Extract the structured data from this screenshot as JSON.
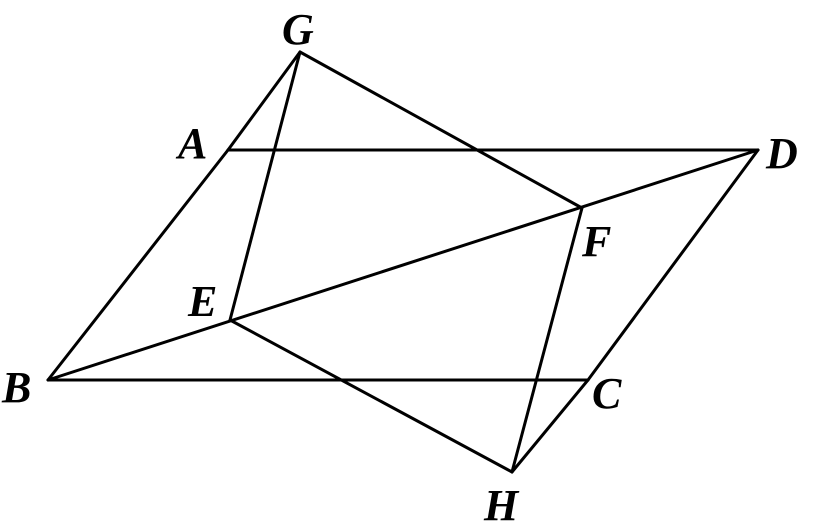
{
  "figure": {
    "points": {
      "A": "A",
      "B": "B",
      "C": "C",
      "D": "D",
      "E": "E",
      "F": "F",
      "G": "G",
      "H": "H"
    }
  },
  "colors": {
    "stroke": "#000000",
    "background": "#ffffff"
  }
}
